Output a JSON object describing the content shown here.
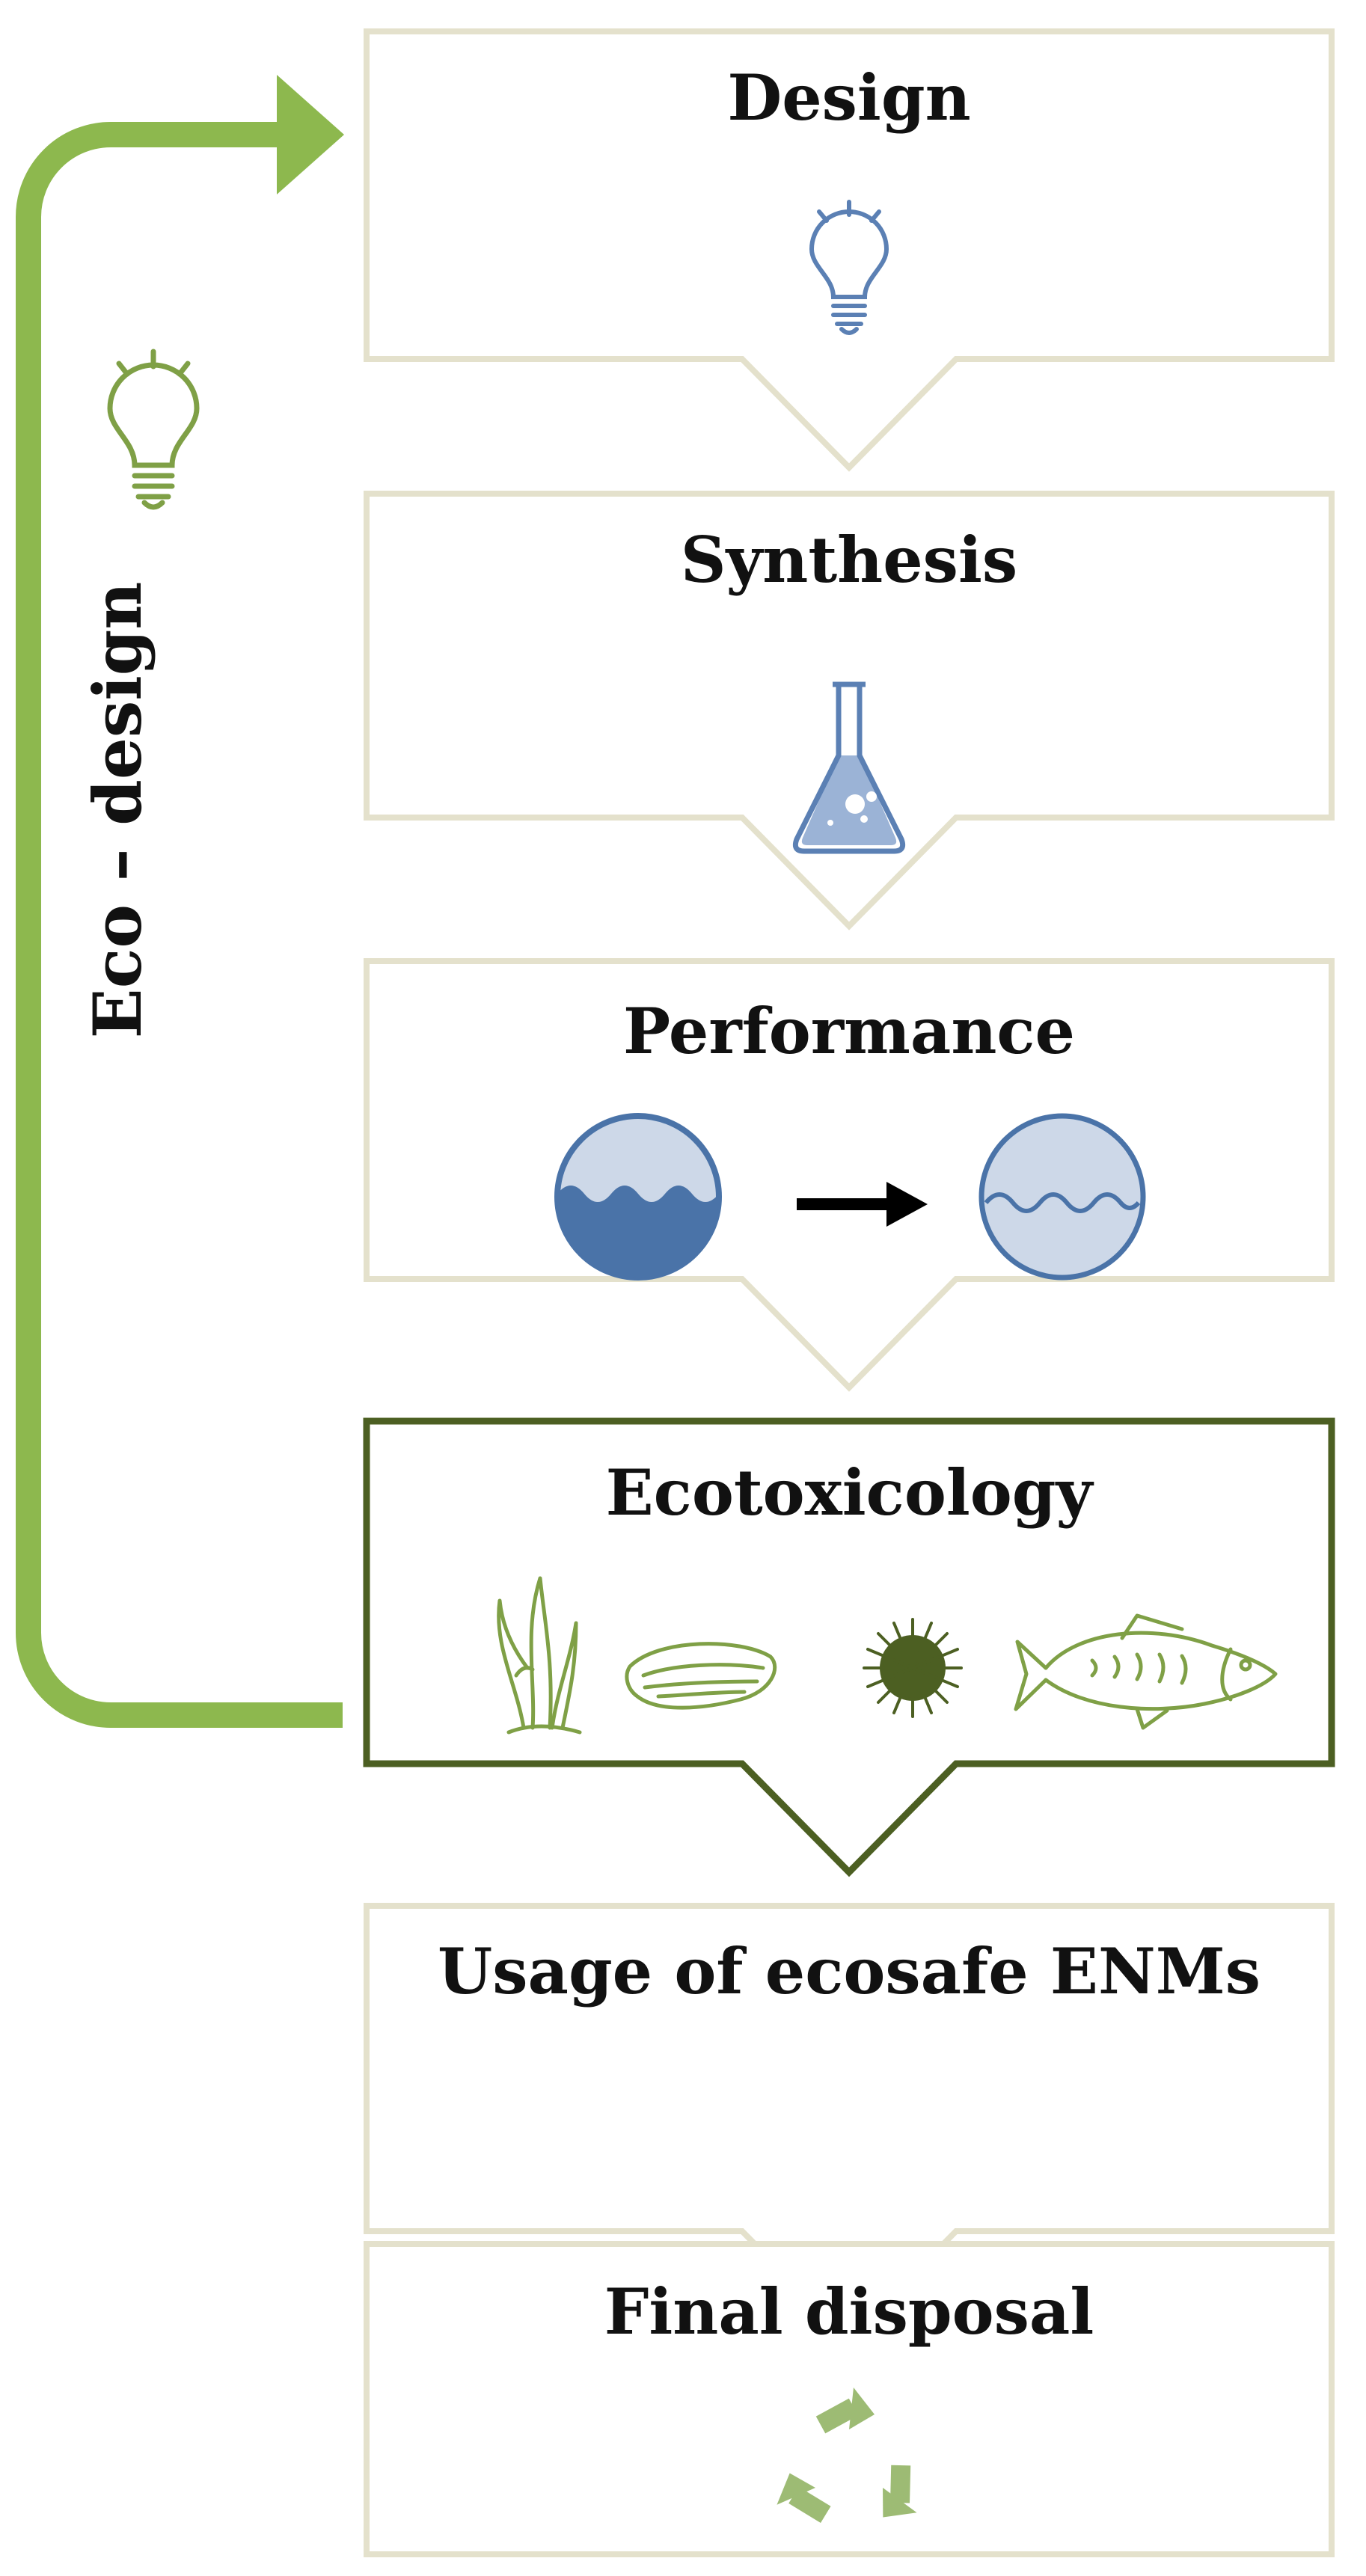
{
  "side_label": "Eco – design",
  "steps": [
    {
      "title": "Design",
      "icon": "lightbulb-icon"
    },
    {
      "title": "Synthesis",
      "icon": "flask-icon"
    },
    {
      "title": "Performance",
      "icon": "water-purification-icon"
    },
    {
      "title": "Ecotoxicology",
      "icon": "organisms-icon",
      "highlighted": true
    },
    {
      "title": "Usage of ecosafe ENMs",
      "icon": ""
    },
    {
      "title": "Final disposal",
      "icon": "recycle-icon"
    }
  ],
  "colors": {
    "box_border": "#e4e1cc",
    "highlight_border": "#4c5f22",
    "loop_arrow": "#8db84e",
    "blue_icon": "#5b80b4",
    "blue_fill_dark": "#4a73a8",
    "blue_fill_light": "#cdd8e8",
    "green_icon": "#7fa046",
    "recycle": "#9dbb74"
  }
}
